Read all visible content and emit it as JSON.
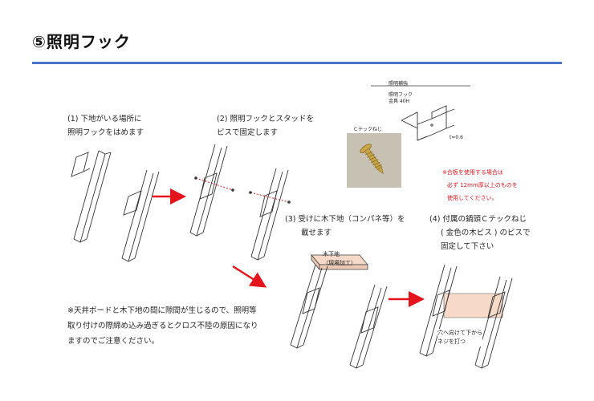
{
  "header": {
    "title": "⑤照明フック"
  },
  "steps": [
    {
      "line1": "(1)  下地がいる場所に",
      "line2": "照明フックをはめます"
    },
    {
      "line1": "(2)  照明フックとスタッドを",
      "line2": "ビスで固定します"
    },
    {
      "line1": "(3)  受けに木下地（コンパネ等）を",
      "line2": "載せます"
    },
    {
      "line1": "(4)  付属の鍋頭Ｃテックねじ",
      "line2": "( 金色の木ビス ) のビスで",
      "line3": "固定して下さい"
    }
  ],
  "spec": {
    "header": "照明補強",
    "item1": "照明フック",
    "item2": "金具 40H",
    "thickness": "t=0.6",
    "screw_label": "Ｃテックねじ"
  },
  "plywood_note": {
    "line1": "※合板を使用する場合は",
    "line2": "必ず 12mm厚以上のものを",
    "line3": "使用してください。"
  },
  "board_label": {
    "line1": "木下地",
    "line2": "（現場加工）"
  },
  "hole_note": {
    "line1": "穴へ向けて下から",
    "line2": "ネジを打つ"
  },
  "caution": {
    "line1": "※天井ボードと木下地の間に隙間が生じるので、照明等",
    "line2": "取り付けの際締め込み過ぎるとクロス不陸の原因になり",
    "line3": "ますのでご注意ください。"
  },
  "colors": {
    "accent_rule": "#4a74c9",
    "arrow": "#e3141b",
    "note_red": "#d7191f"
  },
  "icons": [
    "red-arrow-icon",
    "screw-photo-icon",
    "bracket-icon",
    "stud-icon"
  ]
}
